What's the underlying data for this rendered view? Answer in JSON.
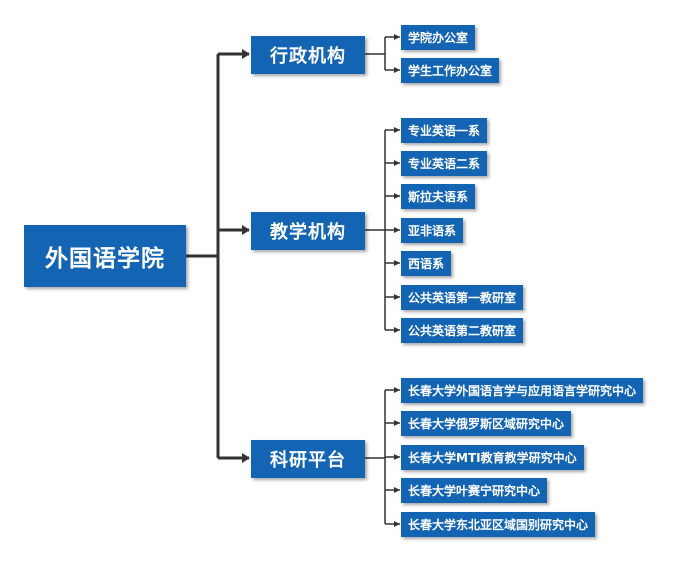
{
  "root": "外国语学院",
  "groups": [
    {
      "label": "行政机构",
      "children": [
        "学院办公室",
        "学生工作办公室"
      ]
    },
    {
      "label": "教学机构",
      "children": [
        "专业英语一系",
        "专业英语二系",
        "斯拉夫语系",
        "亚非语系",
        "西语系",
        "公共英语第一教研室",
        "公共英语第二教研室"
      ]
    },
    {
      "label": "科研平台",
      "children": [
        "长春大学外国语言学与应用语言学研究中心",
        "长春大学俄罗斯区域研究中心",
        "长春大学MTI教育教学研究中心",
        "长春大学叶赛宁研究中心",
        "长春大学东北亚区域国别研究中心"
      ]
    }
  ],
  "colors": {
    "box": "#1464b4",
    "text": "#ffffff",
    "connector": "#333333"
  }
}
